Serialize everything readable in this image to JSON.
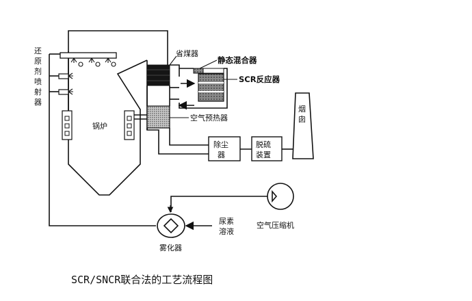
{
  "diagram": {
    "caption": "SCR/SNCR联合法的工艺流程图",
    "labels": {
      "injector": [
        "还",
        "原",
        "剂",
        "喷",
        "射",
        "器"
      ],
      "boiler": "锅炉",
      "economizer": "省煤器",
      "static_mixer": "静态混合器",
      "scr_reactor": "SCR反应器",
      "air_preheater": "空气预热器",
      "dust_remover": [
        "除尘",
        "器"
      ],
      "desulfurizer": [
        "脱硫",
        "装置"
      ],
      "chimney": [
        "烟",
        "囱"
      ],
      "urea_solution": [
        "尿素",
        "溶液"
      ],
      "air_compressor": "空气压缩机",
      "atomizer": "雾化器"
    }
  }
}
